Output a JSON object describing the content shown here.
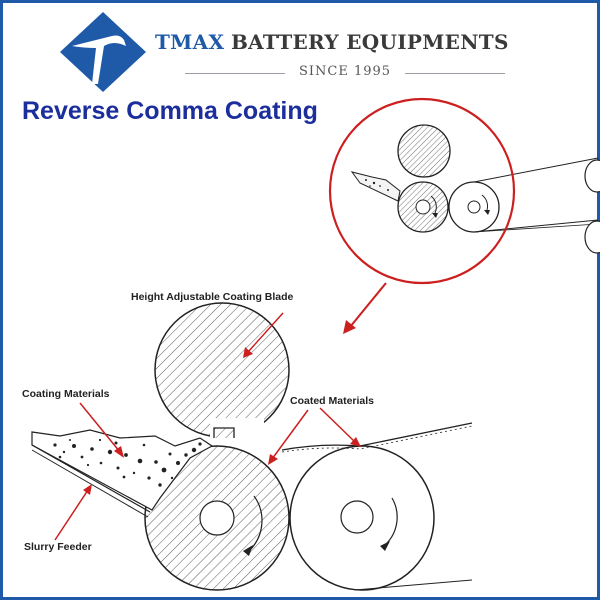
{
  "brand": {
    "name_part1": "TMAX",
    "name_part2": "BATTERY EQUIPMENTS",
    "since": "SINCE 1995",
    "colors": {
      "primary": "#1f5aa8",
      "dark": "#3a3a3a",
      "title": "#1b2e9c",
      "callout": "#cc1f1f"
    }
  },
  "title": "Reverse Comma Coating",
  "labels": {
    "blade": "Height Adjustable Coating Blade",
    "coating_materials": "Coating Materials",
    "coated_materials": "Coated Materials",
    "slurry_feeder": "Slurry Feeder"
  },
  "icons": {
    "logo": "tmax-logo-icon",
    "zoom_arrow": "zoom-arrow-icon"
  }
}
